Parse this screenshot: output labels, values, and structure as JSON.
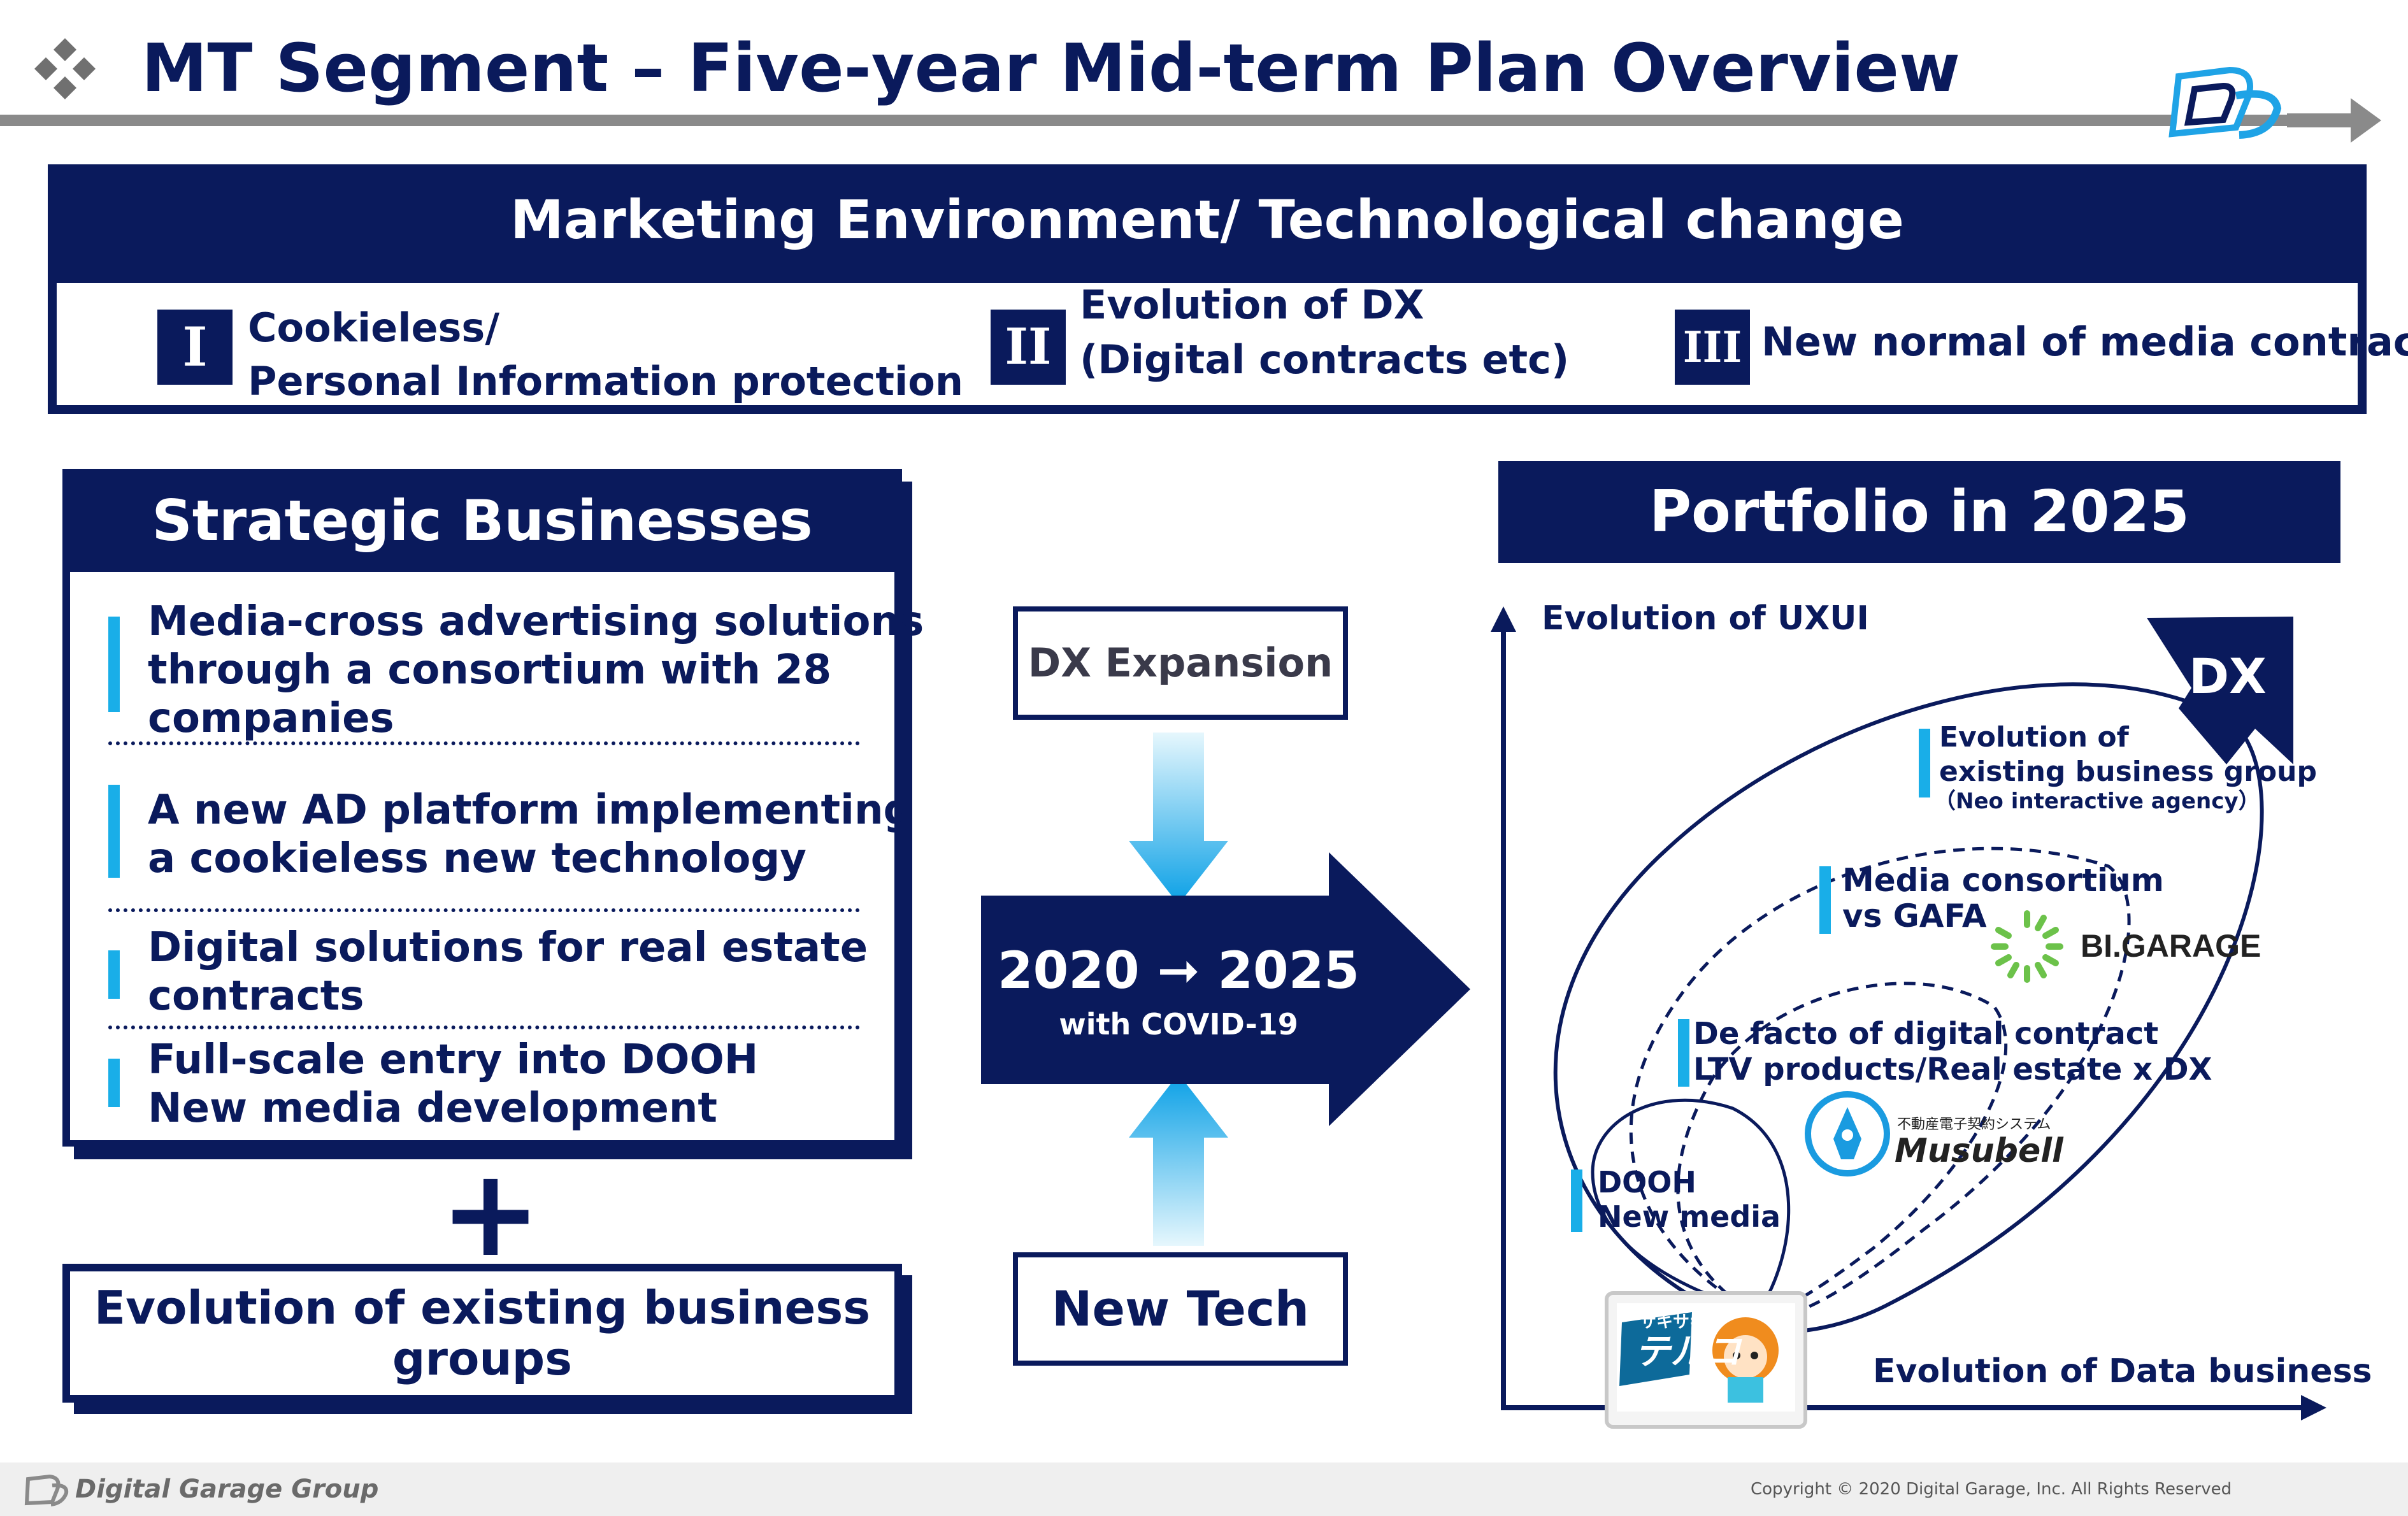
{
  "header": {
    "title": "MT Segment – Five-year Mid-term Plan Overview"
  },
  "environment": {
    "heading": "Marketing Environment/ Technological change",
    "items": [
      {
        "numeral": "I",
        "line1": "Cookieless/",
        "line2": "Personal Information protection"
      },
      {
        "numeral": "II",
        "line1": "Evolution of DX",
        "line2": "(Digital contracts etc)"
      },
      {
        "numeral": "III",
        "line1": "New normal of media contract",
        "line2": ""
      }
    ]
  },
  "strategic": {
    "heading": "Strategic Businesses",
    "items": [
      {
        "line1": "Media-cross advertising solutions",
        "line2": "through a consortium with 28",
        "line3": "companies"
      },
      {
        "line1": "A new AD platform implementing",
        "line2": "a cookieless new technology",
        "line3": ""
      },
      {
        "line1": "Digital solutions for real estate",
        "line2": "contracts",
        "line3": ""
      },
      {
        "line1": "Full-scale entry into DOOH",
        "line2": "New media development",
        "line3": ""
      }
    ],
    "plus": "+",
    "existing_line1": "Evolution of existing business",
    "existing_line2": "groups"
  },
  "center": {
    "dx_expansion": "DX Expansion",
    "years": "2020 ➞ 2025",
    "covid": "with COVID-19",
    "new_tech": "New Tech"
  },
  "portfolio": {
    "heading": "Portfolio in 2025",
    "y_axis": "Evolution of UXUI",
    "x_axis": "Evolution of Data business",
    "dx_label": "DX",
    "layers": [
      {
        "line1": "Evolution of",
        "line2": "existing business group",
        "note": "（Neo interactive agency）"
      },
      {
        "line1": "Media consortium",
        "line2": "vs GAFA",
        "note": ""
      },
      {
        "line1": "De facto of digital contract",
        "line2": "LTV products/Real estate x DX",
        "note": ""
      },
      {
        "line1": "DOOH",
        "line2": "New media",
        "note": ""
      }
    ],
    "bigarage_logo": "BI.GARAGE",
    "musubell_sub": "不動産電子契約システム",
    "musubell_logo": "Musubell",
    "telko_top": "サキサキ",
    "telko_main": "テルコ"
  },
  "footer": {
    "company": "Digital Garage Group",
    "copyright": "Copyright © 2020 Digital Garage, Inc. All Rights Reserved"
  },
  "colors": {
    "navy": "#0a1a5c",
    "cyan": "#19aee8",
    "grey_rule": "#8a8a8a",
    "footer_bg": "#efefef"
  }
}
